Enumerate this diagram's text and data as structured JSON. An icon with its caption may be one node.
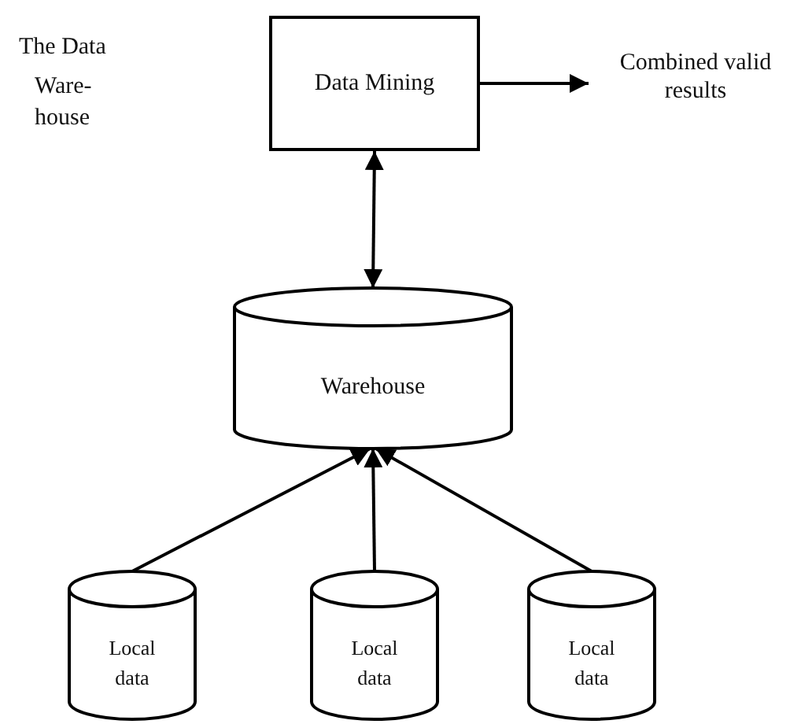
{
  "diagram": {
    "nodes": [
      {
        "text": [
          "Data Mining"
        ]
      },
      {
        "text": [
          "Combined valid results"
        ]
      },
      {
        "text": [
          "Warehouse"
        ]
      },
      {
        "text": [
          "Local data"
        ]
      },
      {
        "text": [
          "Local data"
        ]
      },
      {
        "text": [
          "Local data"
        ]
      }
    ],
    "edges": [
      {
        "from": 0,
        "to": 1,
        "arrow": "to"
      },
      {
        "from": 0,
        "to": 2,
        "arrow": "both"
      },
      {
        "from": 3,
        "to": 2,
        "arrow": "to"
      },
      {
        "from": 4,
        "to": 2,
        "arrow": "to"
      },
      {
        "from": 5,
        "to": 2,
        "arrow": "to"
      }
    ],
    "labels": [
      "The Data",
      "Ware- house"
    ]
  }
}
